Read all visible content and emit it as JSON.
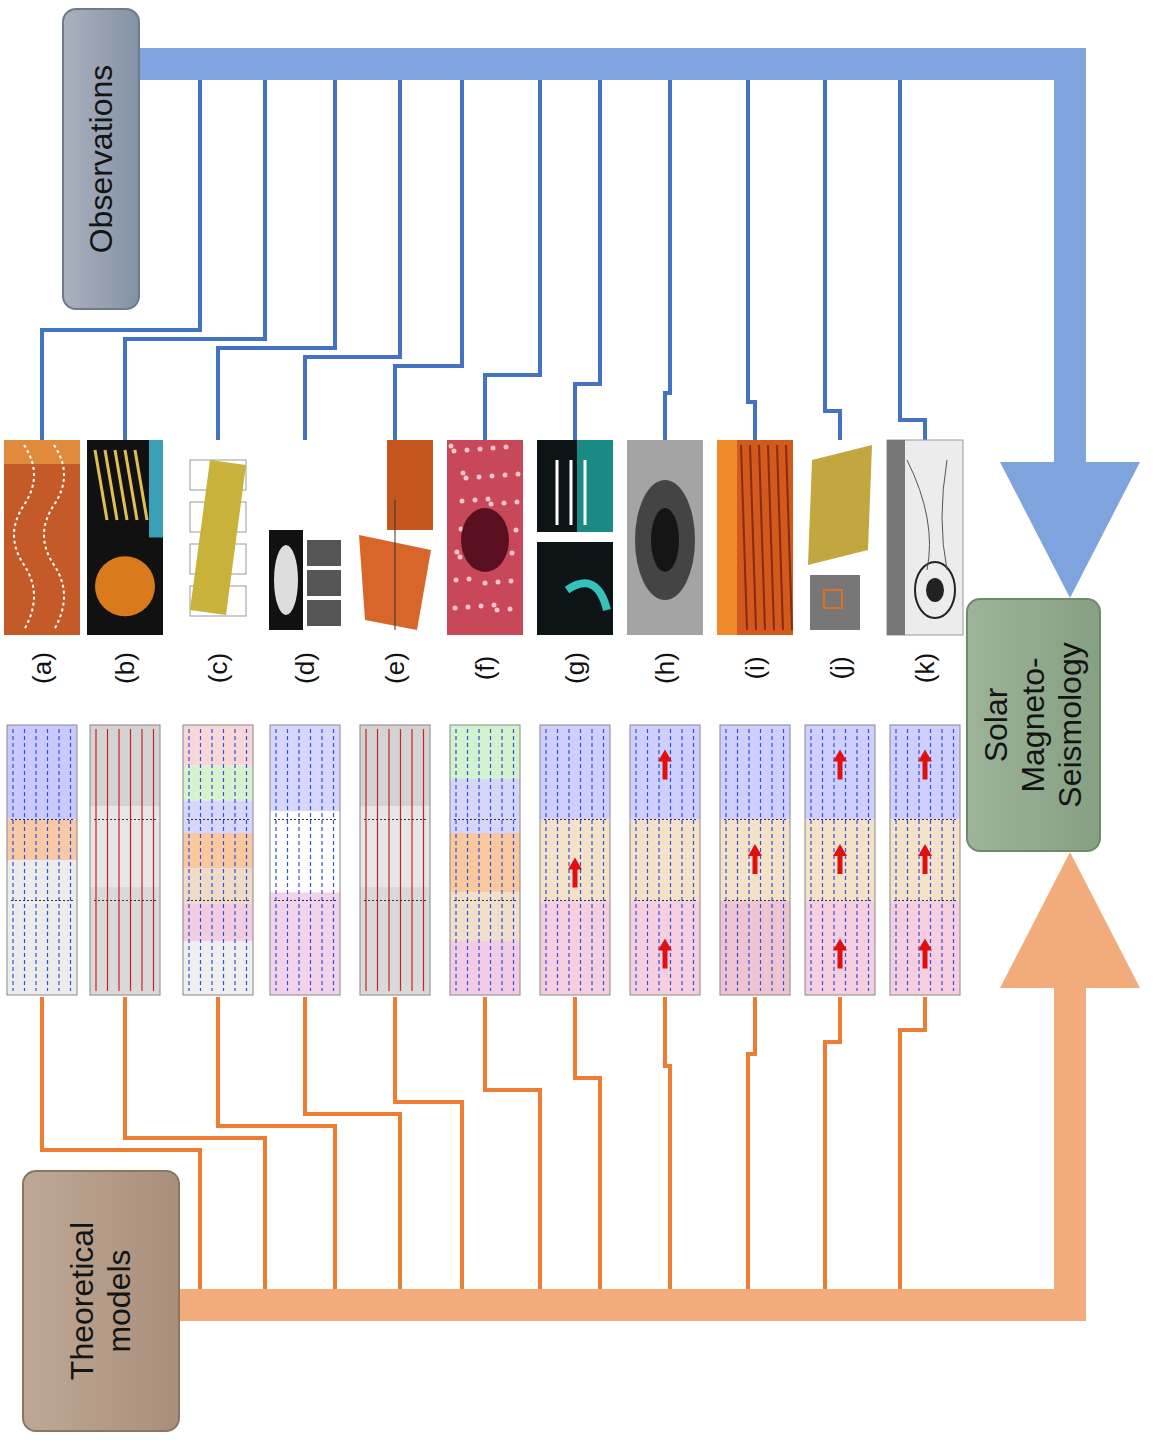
{
  "diagram": {
    "nodes": [
      {
        "text": [
          "Observations"
        ]
      },
      {
        "text": [
          "Solar Magneto- Seismology"
        ]
      },
      {
        "text": [
          "Theoretical models"
        ]
      }
    ],
    "edges": [
      {
        "from": 0,
        "to": 1,
        "arrow": "to"
      },
      {
        "from": 2,
        "to": 1,
        "arrow": "to"
      }
    ],
    "labels": [
      "(a)",
      "(b)",
      "(c)",
      "(d)",
      "(e)",
      "(f)",
      "(g)",
      "(h)",
      "(i)",
      "(j)",
      "(k)"
    ]
  }
}
